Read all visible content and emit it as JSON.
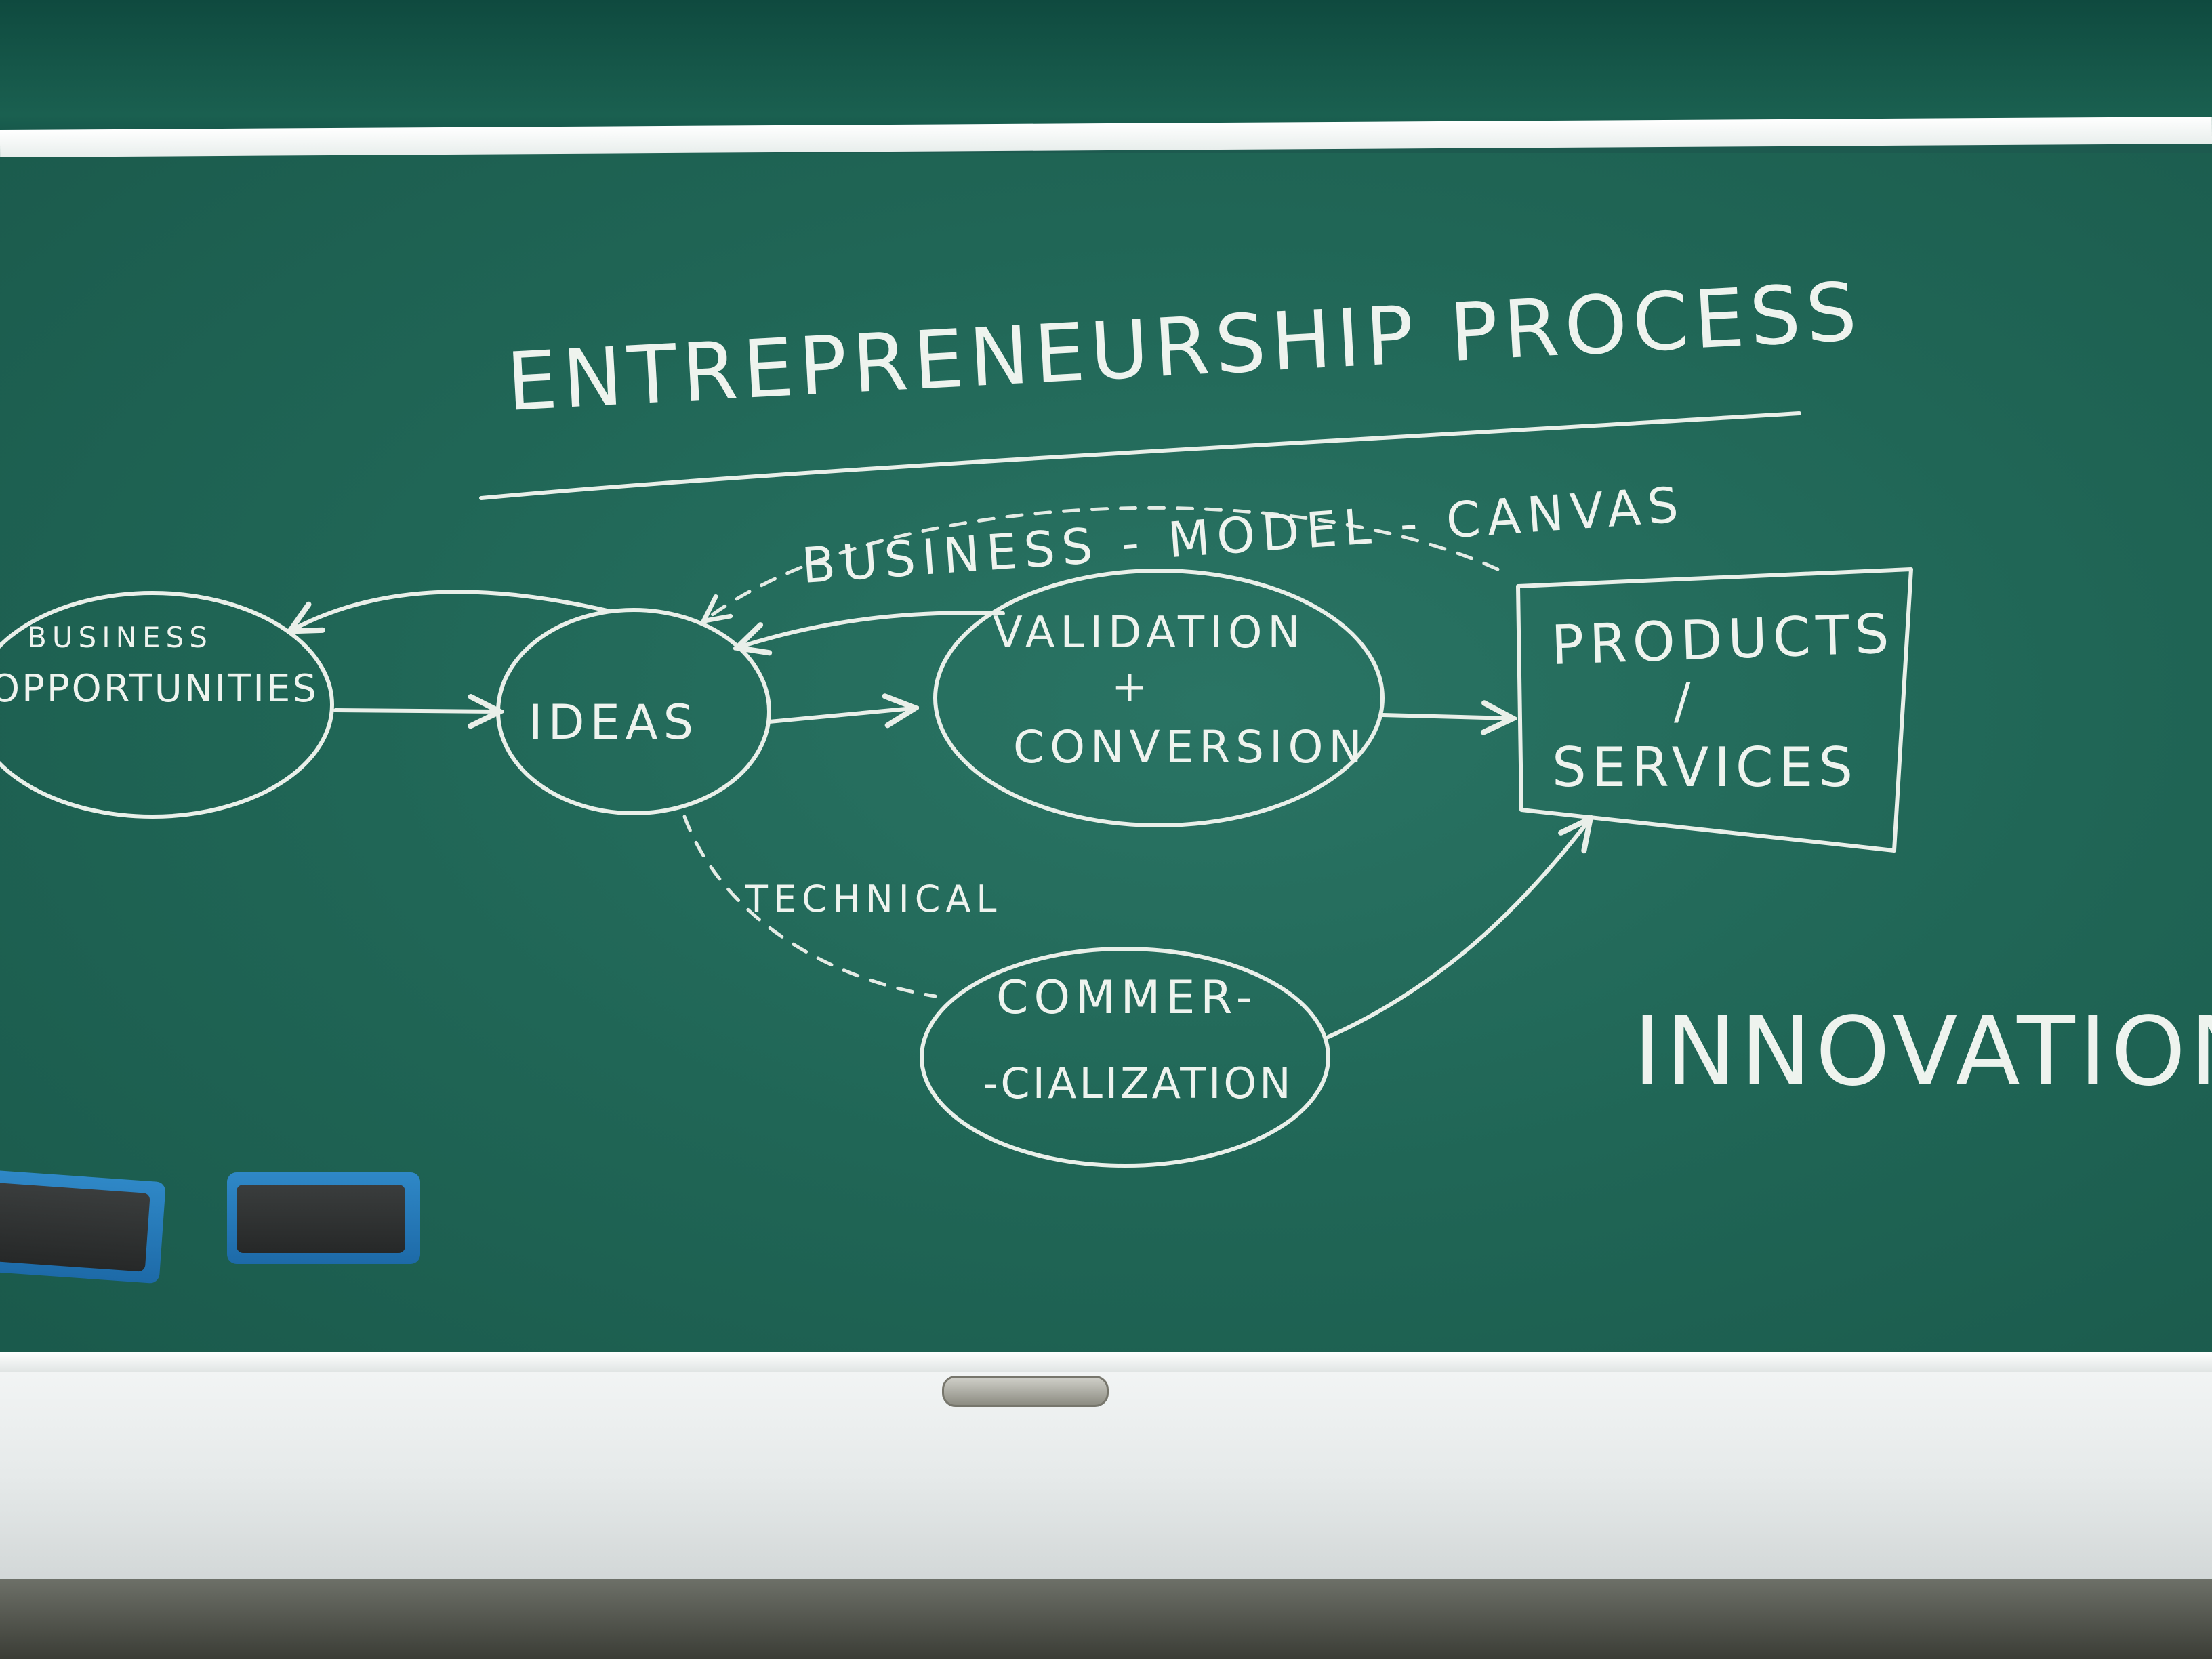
{
  "title": "ENTREPRENEURSHIP PROCESS",
  "nodes": {
    "business_opportunities": {
      "line1": "BUSINESS",
      "line2": "OPPORTUNITIES"
    },
    "ideas": {
      "label": "IDEAS"
    },
    "validation_conversion": {
      "line1": "VALIDATION",
      "line2": "+",
      "line3": "CONVERSION"
    },
    "commercialization": {
      "line1": "COMMER-",
      "line2": "-CIALIZATION"
    },
    "products_services": {
      "line1": "PRODUCTS",
      "line2": "/",
      "line3": "SERVICES"
    }
  },
  "edge_labels": {
    "business_model_canvas": "BUSINESS - MODEL - CANVAS",
    "technical": "TECHNICAL"
  },
  "side_label": "INNOVATION",
  "colors": {
    "board": "#1d5a4f",
    "chalk": "#e9efe9",
    "eraser": "#1d6aa8"
  }
}
